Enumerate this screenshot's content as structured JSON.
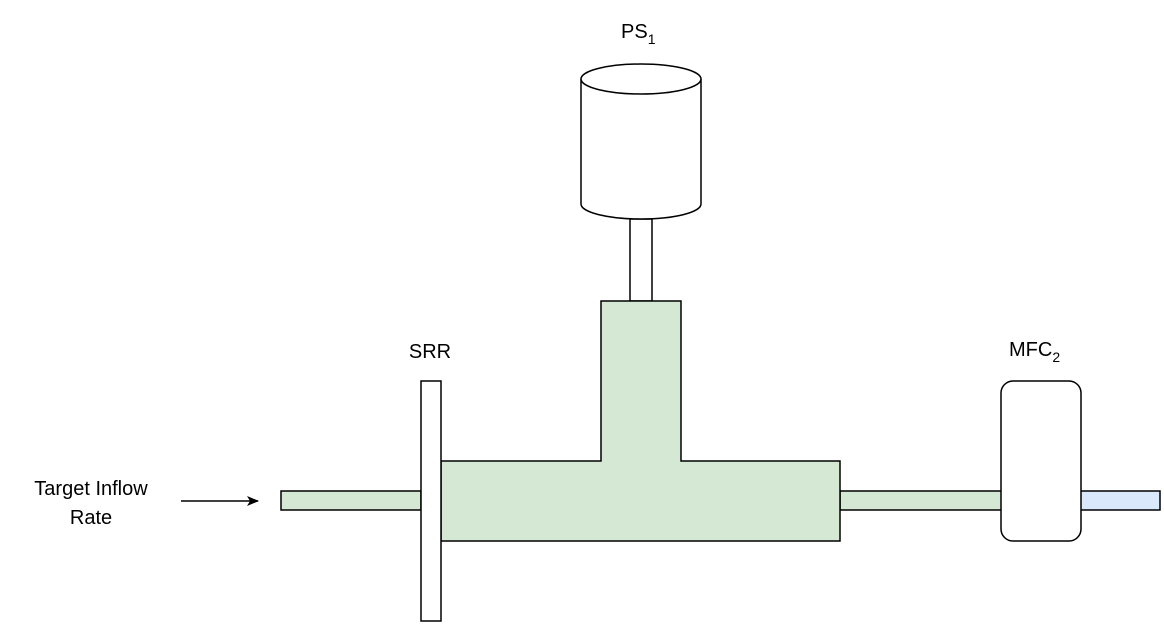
{
  "labels": {
    "pressure_sensor": {
      "main": "PS",
      "sub": "1"
    },
    "srr": "SRR",
    "mfc": {
      "main": "MFC",
      "sub": "2"
    },
    "target_line1": "Target Inflow",
    "target_line2": "Rate"
  },
  "colors": {
    "pipe_green": "#d5e8d4",
    "pipe_blue": "#dae8fc",
    "stroke": "#000000",
    "component_fill": "#ffffff"
  }
}
